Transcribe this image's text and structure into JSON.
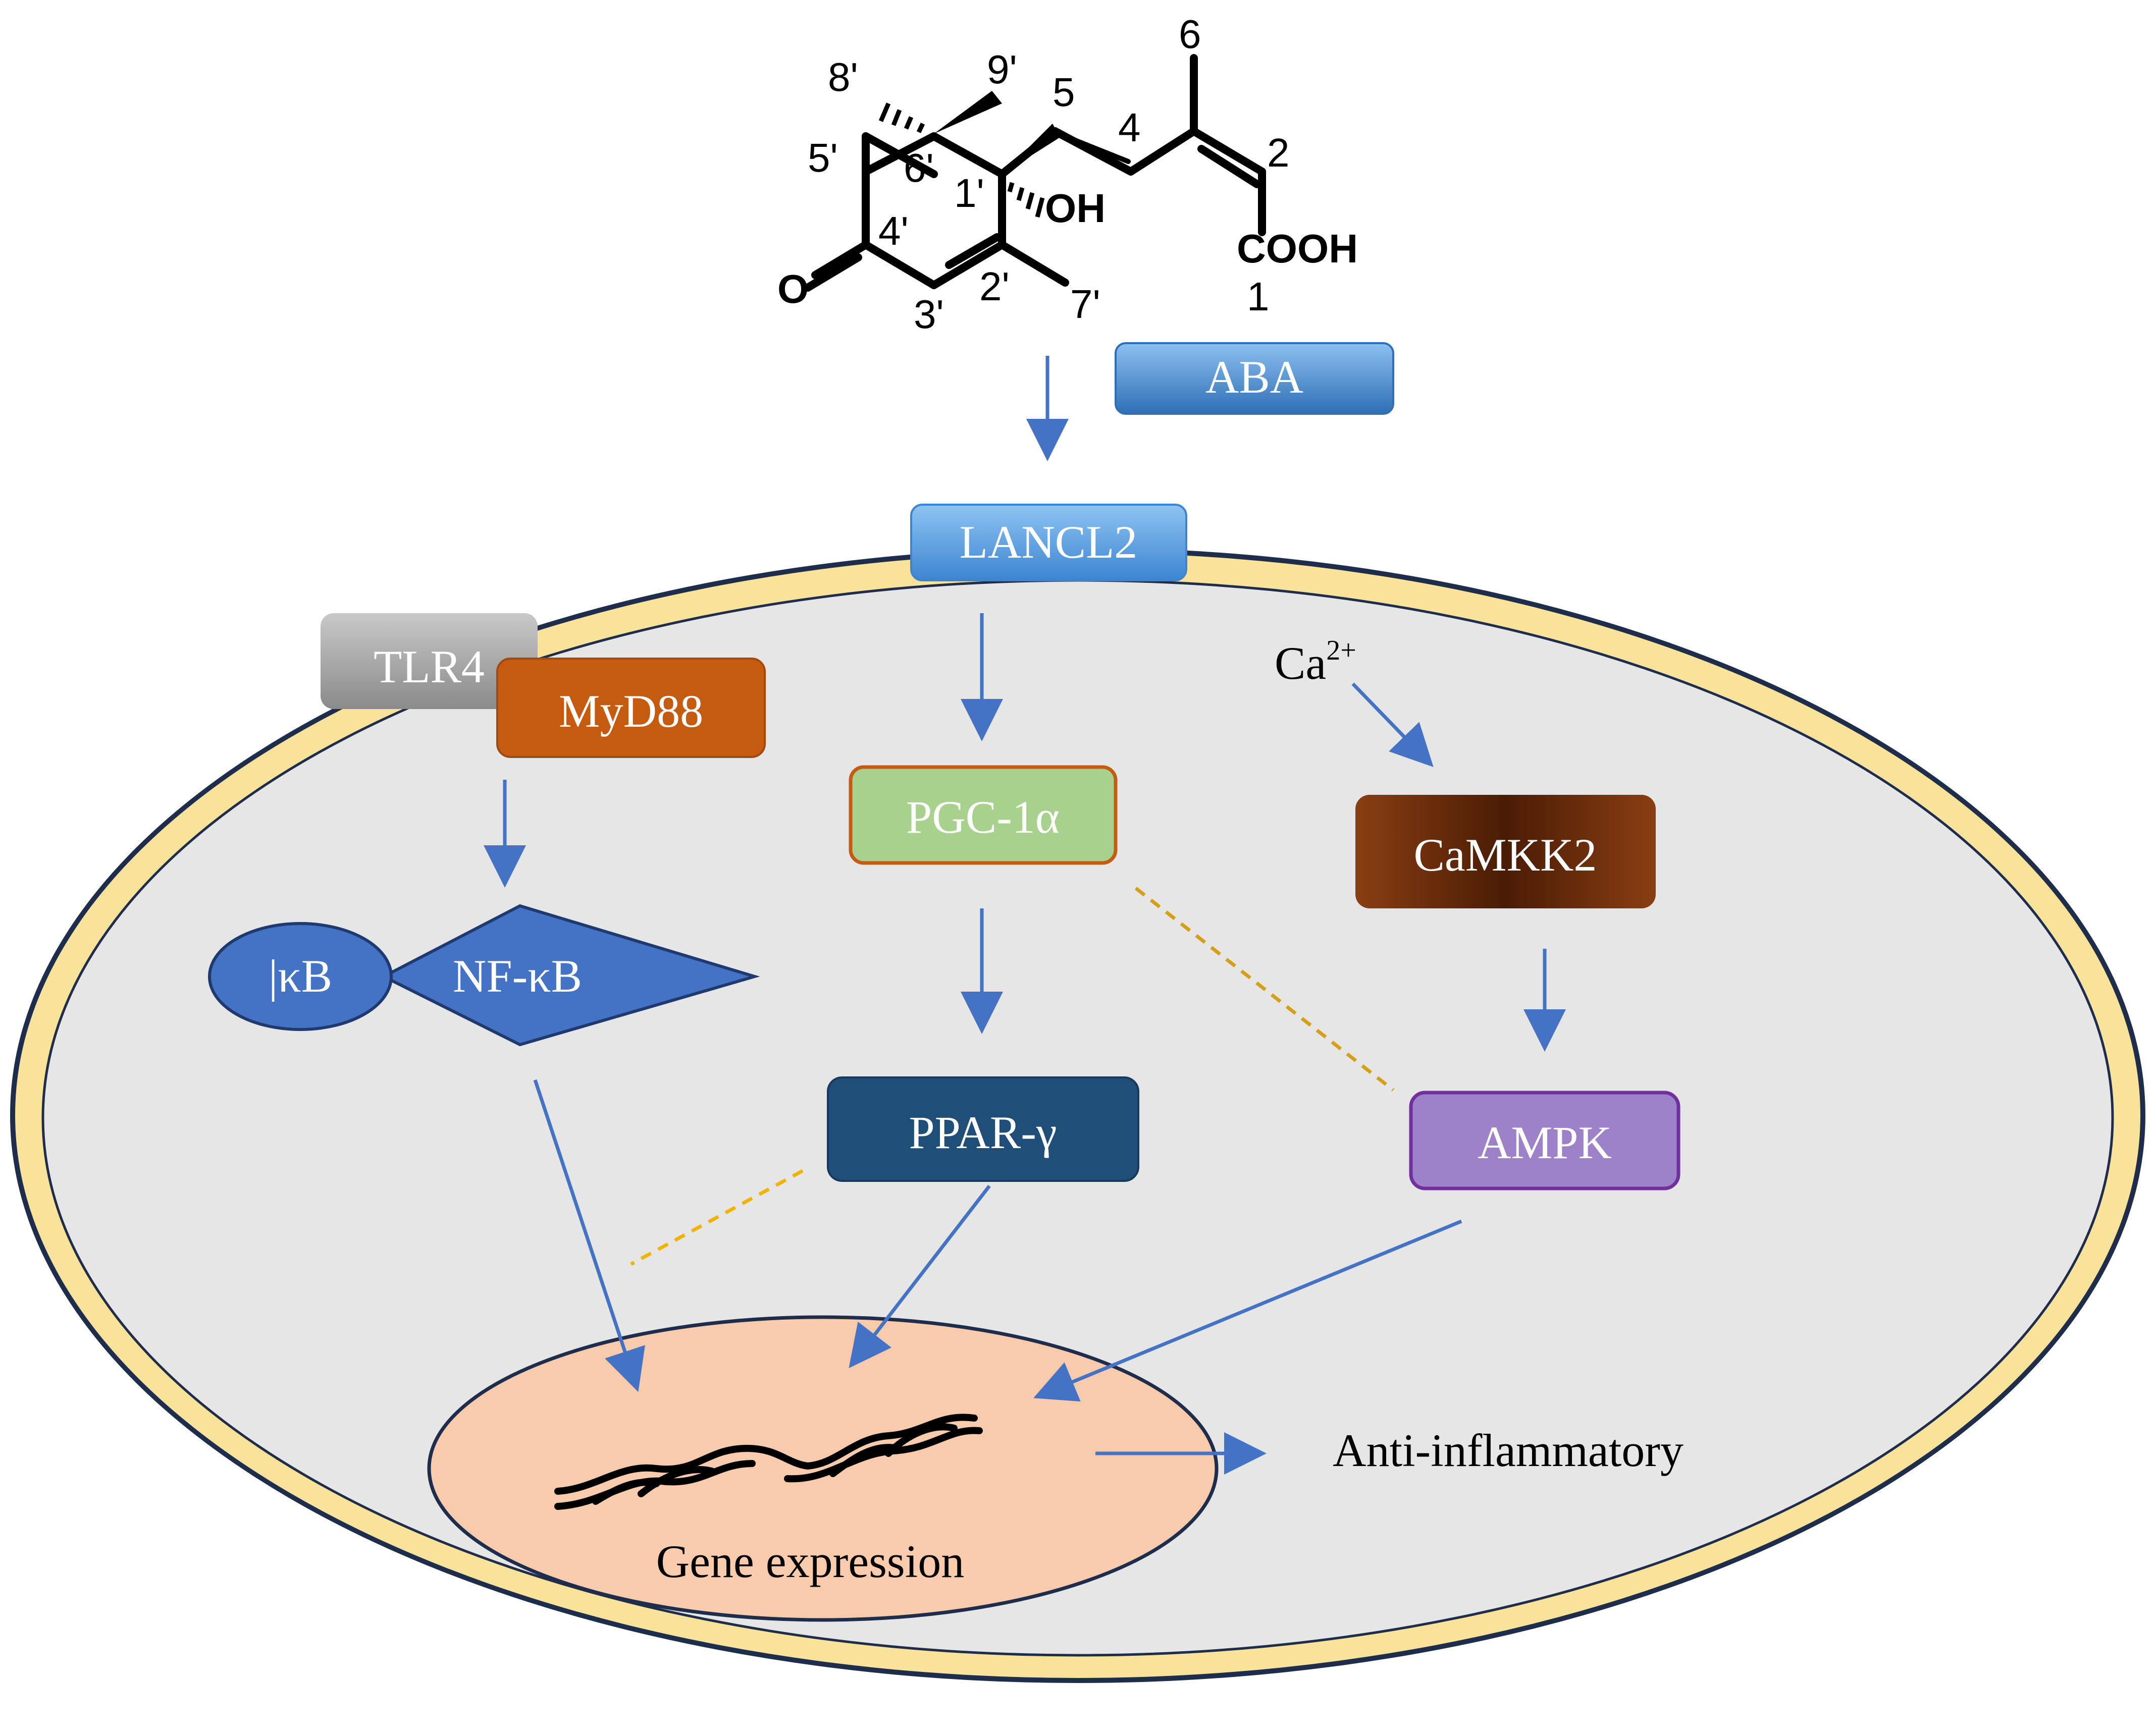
{
  "molecule": {
    "atom_labels": {
      "c8p": "8'",
      "c9p": "9'",
      "c5p": "5'",
      "c6p": "6'",
      "c1p": "1'",
      "oh": "OH",
      "c4p": "4'",
      "oxo": "O",
      "c3p": "3'",
      "c2p": "2'",
      "c7p": "7'",
      "c5": "5",
      "c4": "4",
      "c6": "6",
      "c2": "2",
      "cooh": "COOH",
      "c1": "1"
    }
  },
  "nodes": {
    "aba": "ABA",
    "lancl2": "LANCL2",
    "tlr4": "TLR4",
    "myd88": "MyD88",
    "pgc1a": "PGC-1α",
    "ca_base": "Ca",
    "ca_sup": "2+",
    "camkk2": "CaMKK2",
    "ikb": "|κB",
    "nfkb": "NF-κB",
    "ppar": "PPAR-γ",
    "ampk": "AMPK",
    "gene_expression": "Gene expression",
    "anti_inflammatory": "Anti-inflammatory"
  },
  "colors": {
    "cell_fill": "#e6e6e6",
    "membrane": "#f9e39a",
    "membrane_stroke": "#1f2d4d",
    "arrow": "#4472c4",
    "dashed_line": "#d4a017",
    "aba_box": "#4f8fd6",
    "lancl2_box": "#5a9ee6",
    "tlr4_box": "#a6a6a6",
    "myd88_box": "#c55a11",
    "pgc1a_box": "#a9d18e",
    "pgc1a_border": "#c55a11",
    "camkk2_box": "#843c0c",
    "nfkb_fill": "#4472c4",
    "ppar_box": "#1f4e79",
    "ampk_box": "#9e82c9",
    "ampk_border": "#7030a0",
    "nucleus_fill": "#f8cbad"
  }
}
